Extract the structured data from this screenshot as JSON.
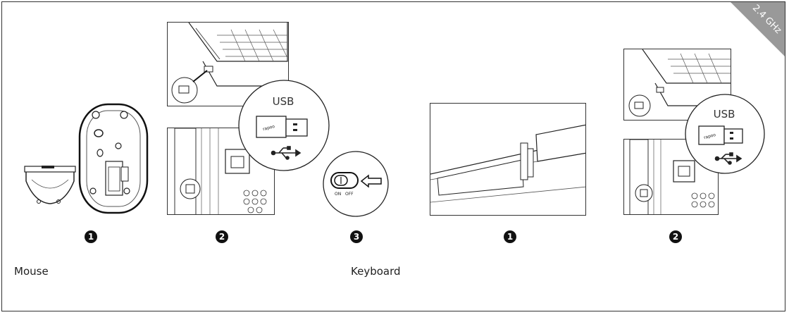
{
  "badge": {
    "text": "2.4 GHz"
  },
  "steps": {
    "mouse_1": "1",
    "mouse_2": "2",
    "mouse_3": "3",
    "keyboard_1": "1",
    "keyboard_2": "2"
  },
  "captions": {
    "mouse": "Mouse",
    "keyboard": "Keyboard"
  },
  "callouts": {
    "usb_mouse": "USB",
    "usb_keyboard": "USB"
  },
  "switch": {
    "on": "ON",
    "off": "OFF"
  },
  "receiver": {
    "brand": "rapoo"
  },
  "icons": [
    "usb-icon",
    "arrow-left-icon",
    "power-switch-icon"
  ]
}
